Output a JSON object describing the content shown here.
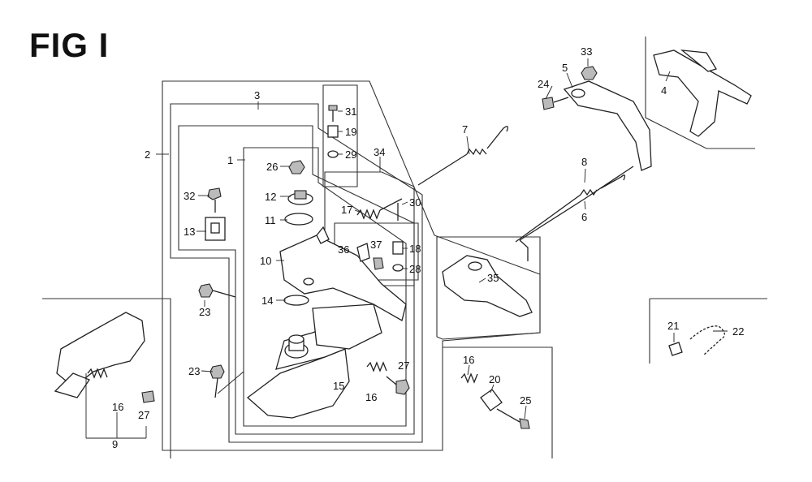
{
  "title": "FIG I",
  "callouts": {
    "c1": "1",
    "c2": "2",
    "c3": "3",
    "c4": "4",
    "c5": "5",
    "c6": "6",
    "c7": "7",
    "c8": "8",
    "c9": "9",
    "c10": "10",
    "c11": "11",
    "c12": "12",
    "c13": "13",
    "c14": "14",
    "c15": "15",
    "c16a": "16",
    "c16b": "16",
    "c16c": "16",
    "c17": "17",
    "c18": "18",
    "c19": "19",
    "c20": "20",
    "c21": "21",
    "c22": "22",
    "c23a": "23",
    "c23b": "23",
    "c24": "24",
    "c25": "25",
    "c26": "26",
    "c27a": "27",
    "c27b": "27",
    "c28": "28",
    "c29": "29",
    "c30": "30",
    "c31": "31",
    "c32": "32",
    "c33": "33",
    "c34": "34",
    "c35": "35",
    "c36": "36",
    "c37": "37"
  }
}
